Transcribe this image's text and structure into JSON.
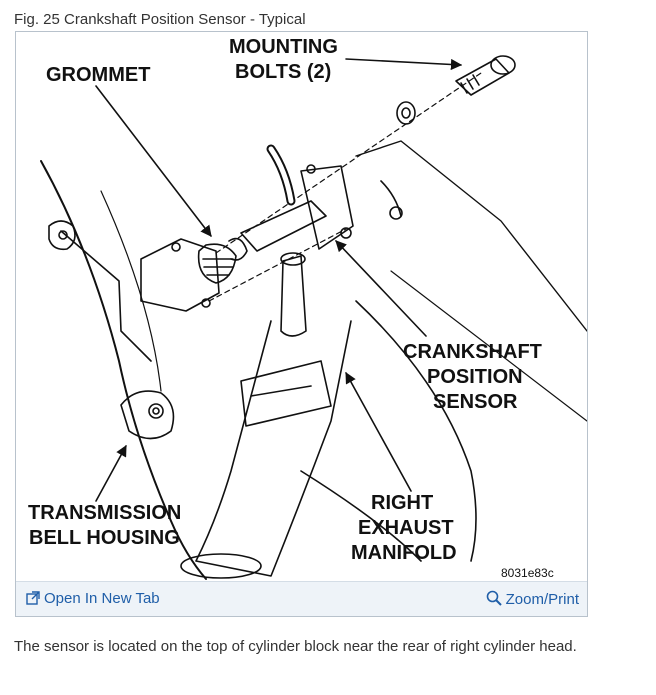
{
  "figure": {
    "title": "Fig. 25 Crankshaft Position Sensor - Typical",
    "image_code": "8031e83c",
    "labels": {
      "grommet": "GROMMET",
      "mounting_bolts_1": "MOUNTING",
      "mounting_bolts_2": "BOLTS (2)",
      "crankshaft_1": "CRANKSHAFT",
      "crankshaft_2": "POSITION",
      "crankshaft_3": "SENSOR",
      "transmission_1": "TRANSMISSION",
      "transmission_2": "BELL HOUSING",
      "exhaust_1": "RIGHT",
      "exhaust_2": "EXHAUST",
      "exhaust_3": "MANIFOLD"
    }
  },
  "toolbar": {
    "open_label": "Open In New Tab",
    "open_icon": "open-in-new-tab-icon",
    "zoom_label": "Zoom/Print",
    "zoom_icon": "magnifier-icon",
    "link_color": "#1f5ea8"
  },
  "caption": "The sensor is located on the top of cylinder block near the rear of right cylinder head."
}
